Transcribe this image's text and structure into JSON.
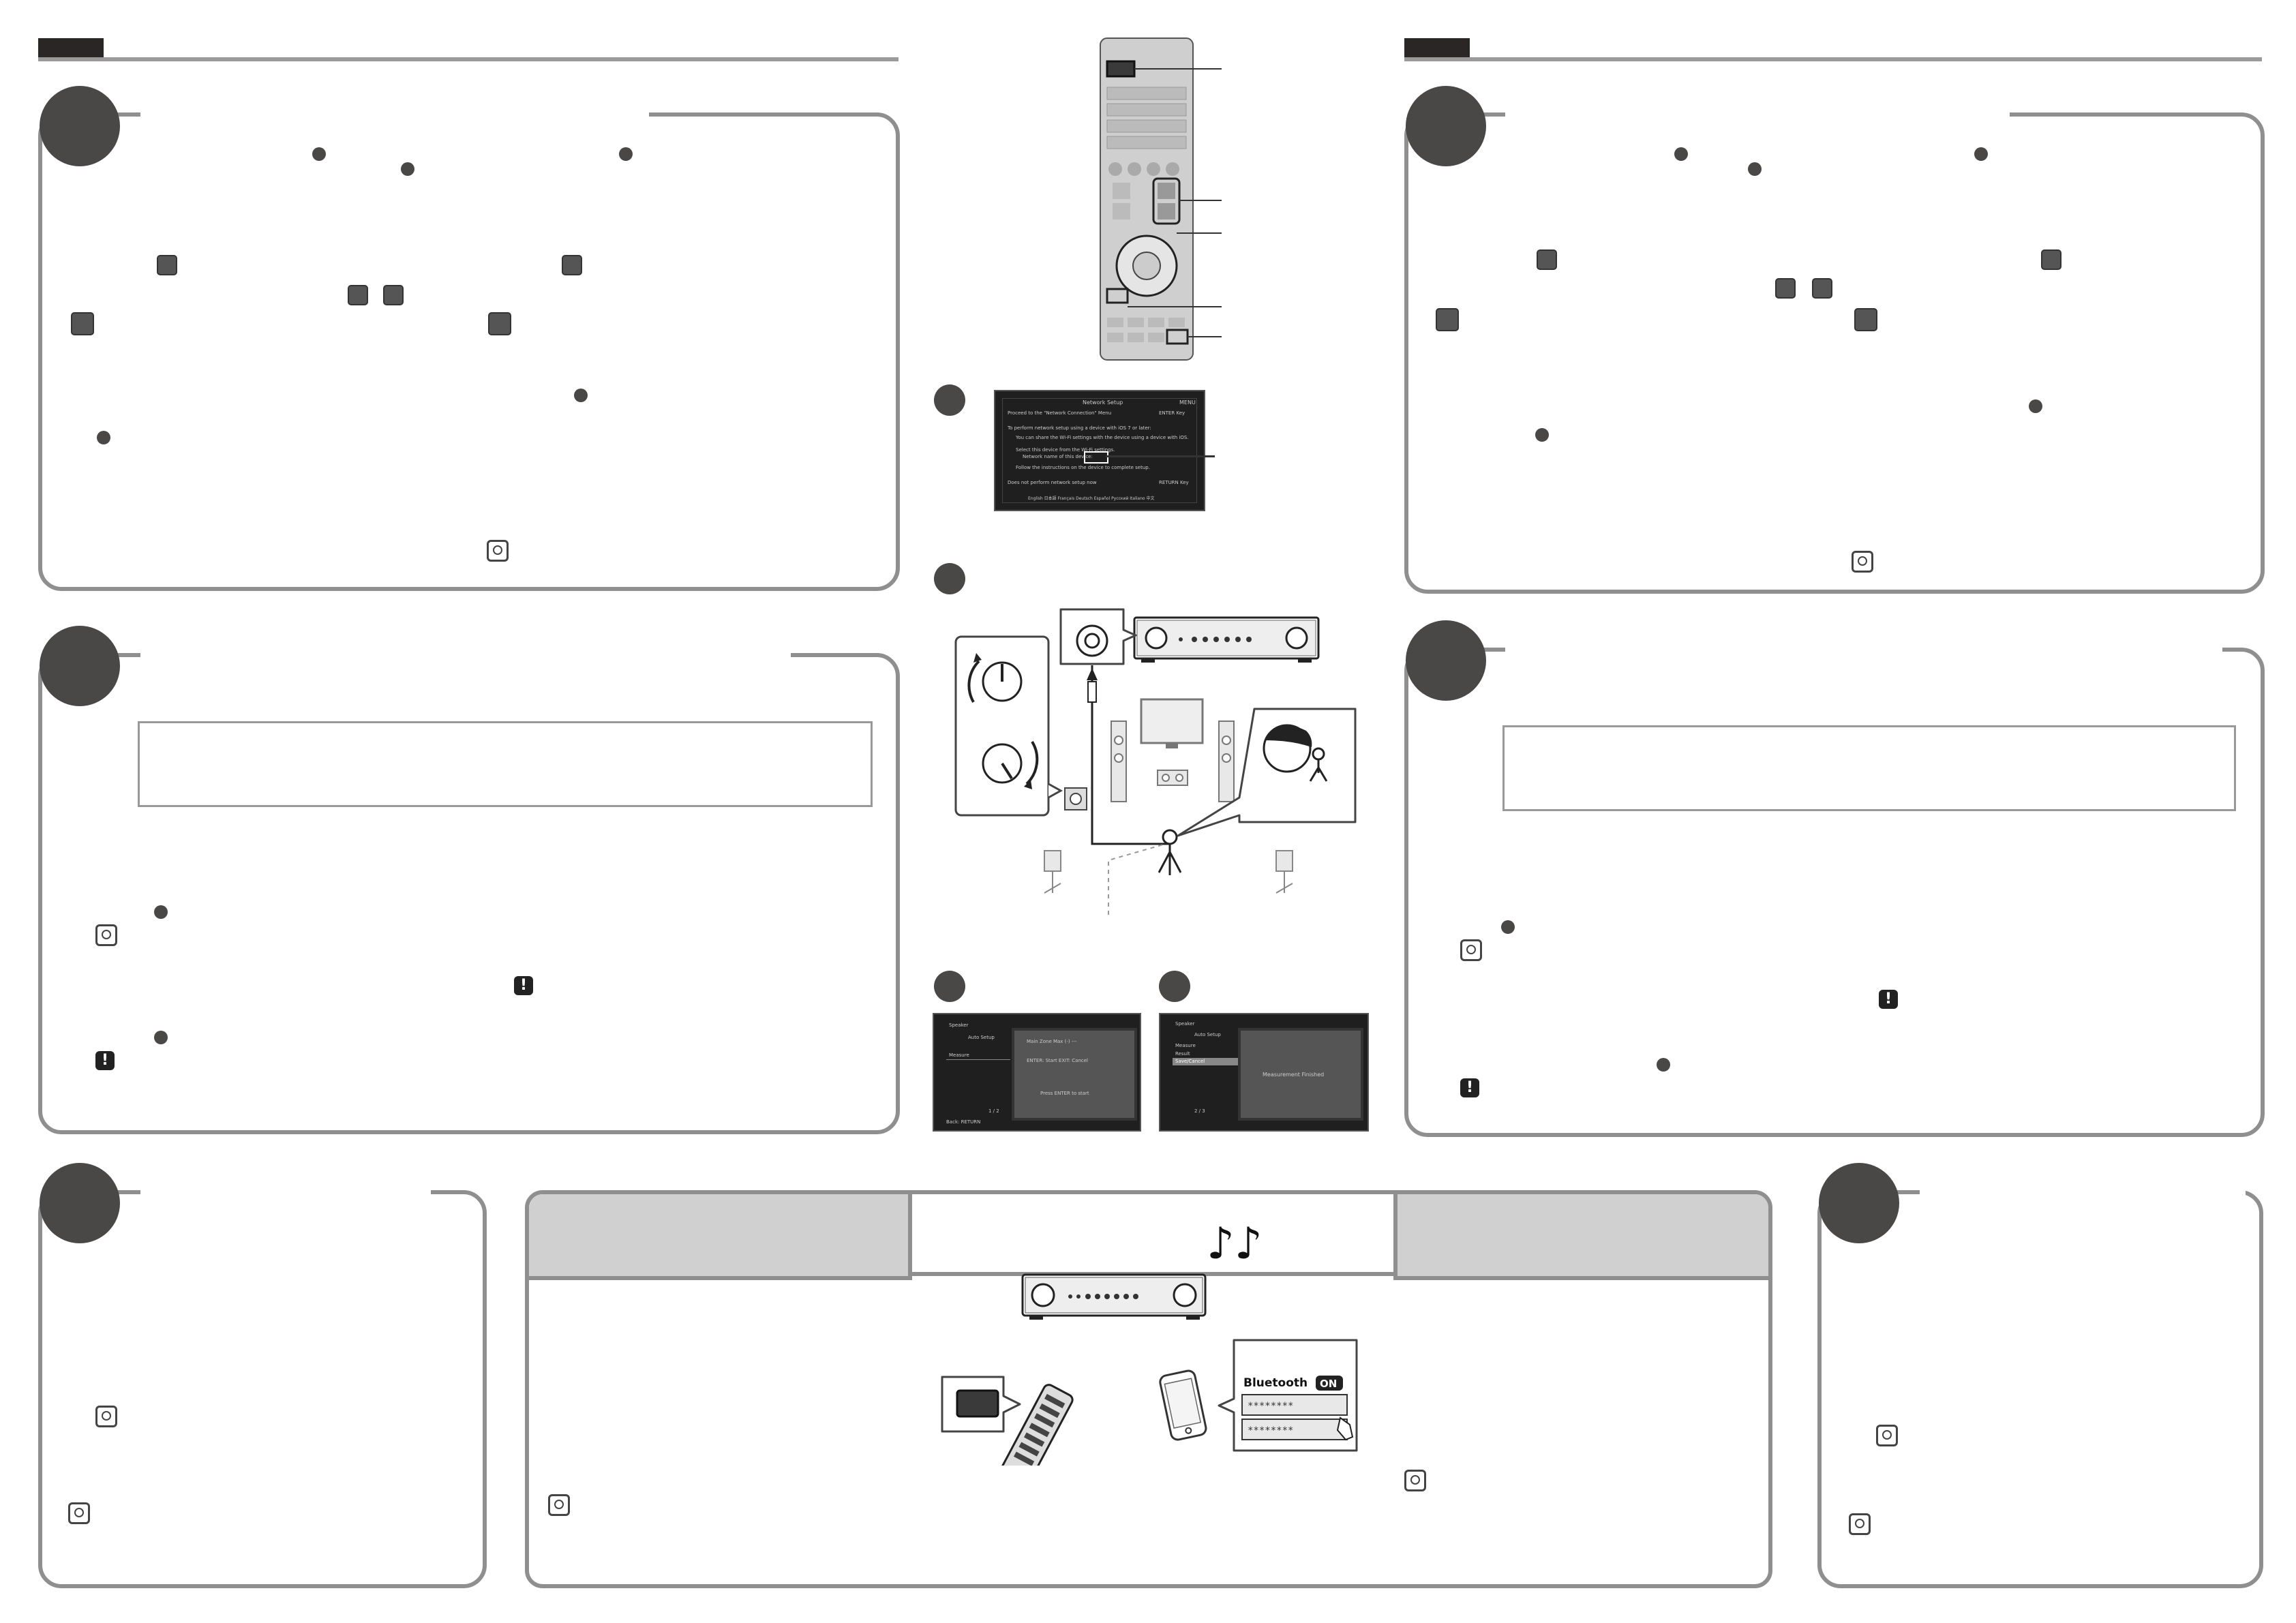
{
  "network_screen": {
    "title": "Network Setup",
    "title_right": "MENU",
    "line1": "Proceed to the \"Network Connection\" Menu",
    "line1_key": "ENTER Key",
    "line2": "To perform network setup using a device with iOS 7 or later:",
    "line3": "You can share the Wi-Fi settings with the device using a device with iOS.",
    "line4": "Select this device from the Wi-Fi settings.",
    "line5": "Network name of this device:",
    "line6": "Follow the instructions on the device to complete setup.",
    "line7": "Does not perform network setup now",
    "line7_key": "RETURN Key",
    "footer": "English 日本語 Français Deutsch Español Русский Italiano 中文"
  },
  "speaker_screen_left": {
    "menu_title": "Speaker",
    "menu_item1": "Auto Setup",
    "menu_item2": "Measure",
    "dialog_line1": "Main Zone Max (-)  ---",
    "dialog_line2": "ENTER: Start    EXIT: Cancel",
    "dialog_line3": "Press ENTER to start",
    "page": "1 / 2",
    "bottom": "Back: RETURN"
  },
  "speaker_screen_right": {
    "menu_title": "Speaker",
    "menu_item1": "Auto Setup",
    "menu_item2": "Measure",
    "menu_item3": "Result",
    "menu_item4": "Save/Cancel",
    "dialog_line1": "Measurement Finished",
    "page": "2 / 3"
  },
  "bluetooth_panel": {
    "label": "Bluetooth",
    "state": "ON",
    "item1": "********",
    "item2": "********"
  },
  "music_note": "♪♪",
  "colors": {
    "panel_border": "#8f8f8f",
    "step_circle": "#4a4747",
    "tab": "#2a2626"
  }
}
